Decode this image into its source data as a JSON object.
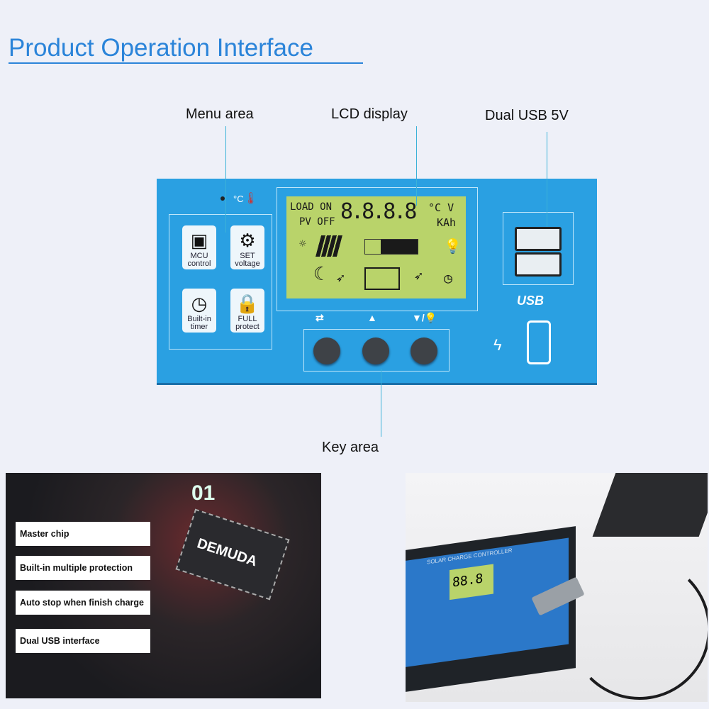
{
  "title": "Product Operation Interface",
  "labels": {
    "menu": "Menu area",
    "lcd": "LCD display",
    "usb": "Dual USB 5V",
    "key": "Key area"
  },
  "menu_tiles": [
    {
      "icon": "chip-icon",
      "line1": "MCU",
      "line2": "control"
    },
    {
      "icon": "gear-icon",
      "line1": "SET",
      "line2": "voltage"
    },
    {
      "icon": "clock-icon",
      "line1": "Built-in",
      "line2": "timer"
    },
    {
      "icon": "lock-icon",
      "line1": "FULL",
      "line2": "protect"
    }
  ],
  "temp_symbol": "°C",
  "lcd": {
    "load": "LOAD ON",
    "pv": "PV OFF",
    "digits": "8.8.8.8",
    "unit1": "°C V",
    "unit2": "KAh"
  },
  "usb_logo": "USB",
  "features": [
    "Master chip",
    "Built-in multiple protection",
    "Auto stop when finish charge",
    "Dual USB interface"
  ],
  "chip_brand": "DEMUDA",
  "chip_number": "01",
  "controller_label": "SOLAR CHARGE CONTROLLER",
  "controller_lcd": "88.8",
  "colors": {
    "title": "#2b84d9",
    "panel": "#2aa0e2",
    "lcd": "#b9d36a"
  }
}
